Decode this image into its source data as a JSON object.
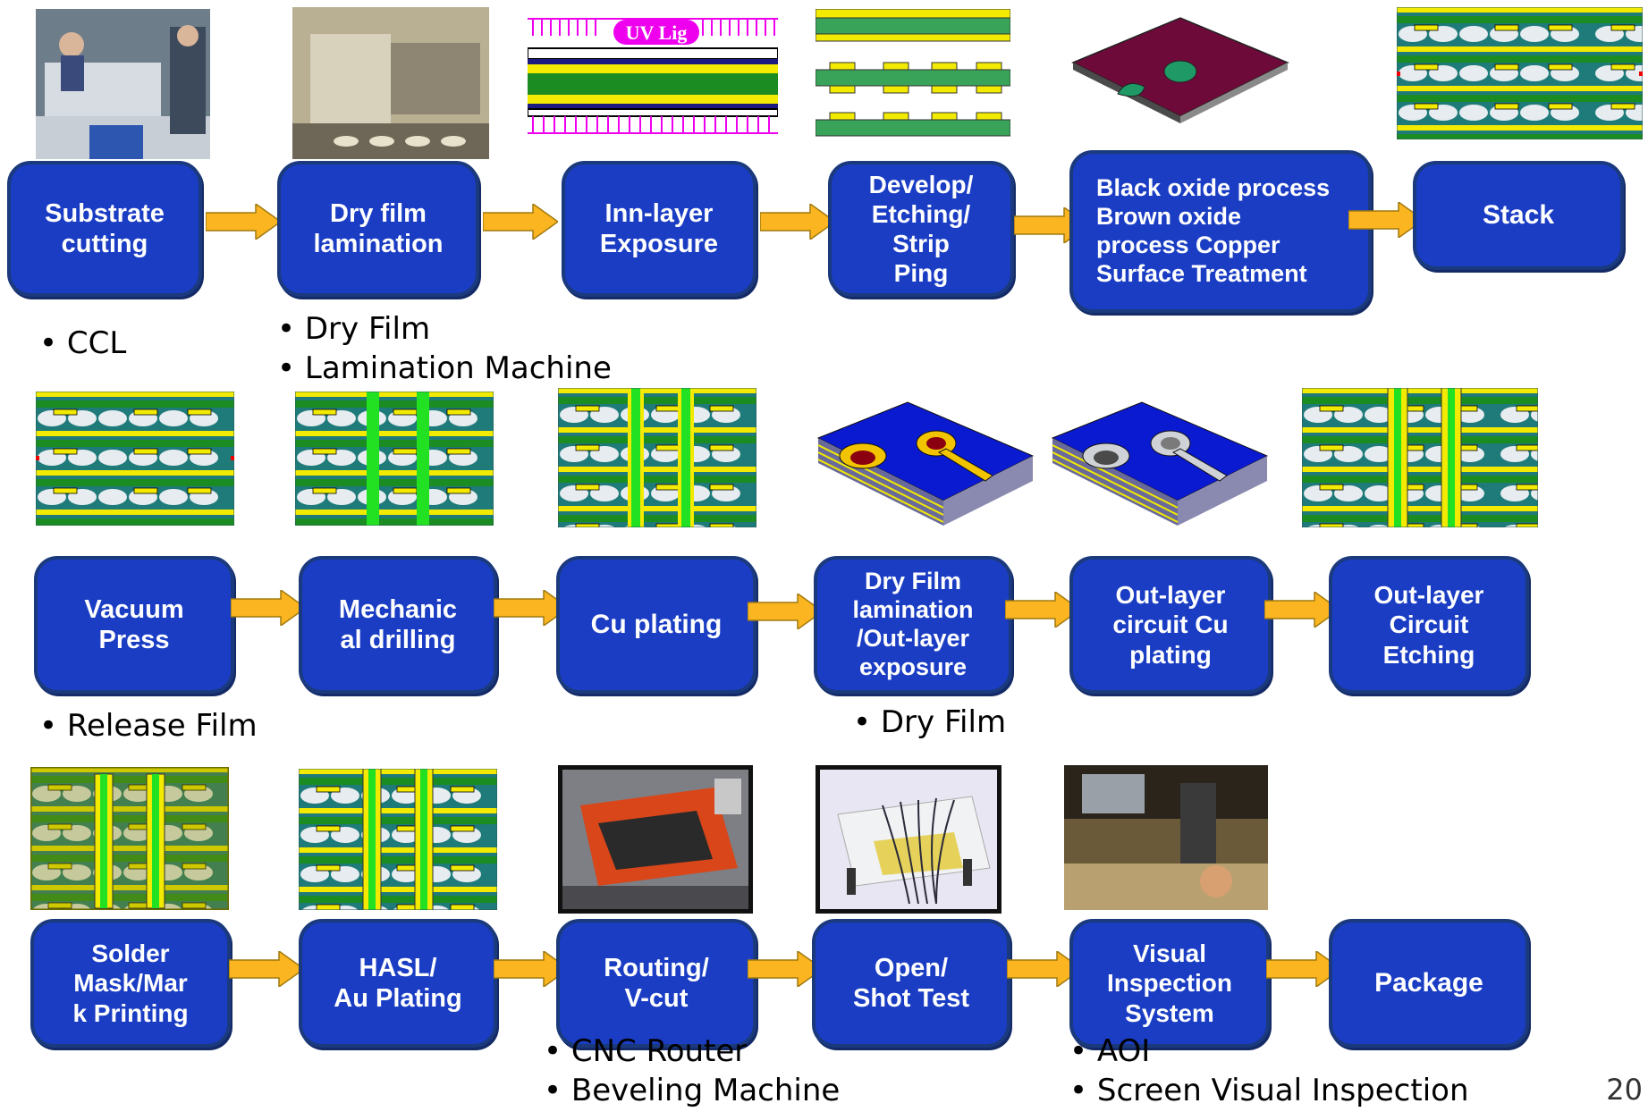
{
  "steps": {
    "s1": "Substrate\ncutting",
    "s2": "Dry film\nlamination",
    "s3": "Inn-layer\nExposure",
    "s4": "Develop/\nEtching/\nStrip\nPing",
    "s5": "Black oxide process\nBrown oxide\nprocess Copper\nSurface Treatment",
    "s6": "Stack",
    "s7": "Vacuum\nPress",
    "s8": "Mechanic\nal drilling",
    "s9": "Cu plating",
    "s10": "Dry Film\nlamination\n/Out-layer\nexposure",
    "s11": "Out-layer\ncircuit Cu\nplating",
    "s12": "Out-layer\nCircuit\nEtching",
    "s13": "Solder\nMask/Mar\nk Printing",
    "s14": "HASL/\nAu Plating",
    "s15": "Routing/\nV-cut",
    "s16": "Open/\nShot Test",
    "s17": "Visual\nInspection\nSystem",
    "s18": "Package"
  },
  "notes": {
    "n1": [
      "CCL"
    ],
    "n2": [
      "Dry Film",
      "Lamination Machine"
    ],
    "n3": [
      "Release Film"
    ],
    "n4": [
      "Dry Film"
    ],
    "n5": [
      "CNC Router",
      "Beveling Machine"
    ],
    "n6": [
      "AOI",
      "Screen Visual Inspection"
    ]
  },
  "images": {
    "uv_label": "UV Lig"
  },
  "page_number": "20",
  "colors": {
    "box_fill": "#1a3dc4",
    "box_border": "#1b3a7d",
    "arrow_fill": "#fbb520",
    "board_green": "#1a8a2a",
    "board_yellow": "#f4e800"
  }
}
